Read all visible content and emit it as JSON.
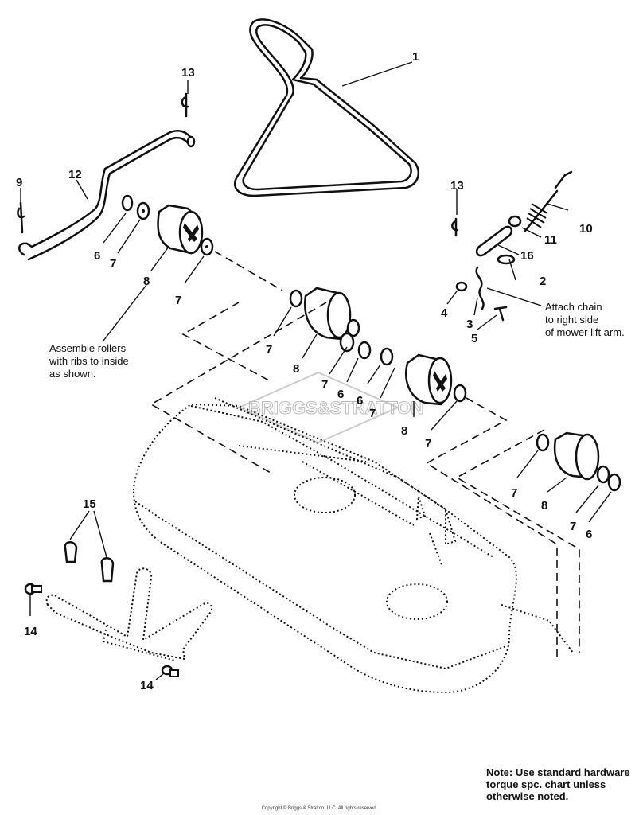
{
  "callouts": {
    "c1": "1",
    "c2": "2",
    "c3": "3",
    "c4": "4",
    "c5": "5",
    "c6": "6",
    "c7": "7",
    "c8": "8",
    "c9": "9",
    "c10": "10",
    "c11": "11",
    "c12": "12",
    "c13": "13",
    "c14": "14",
    "c15": "15",
    "c16": "16"
  },
  "notes": {
    "rollers": [
      "Assemble rollers",
      "with ribs to inside",
      "as shown."
    ],
    "chain": [
      "Attach chain",
      "to right side",
      "of mower lift arm."
    ],
    "hardware": [
      "Note: Use standard hardware",
      "torque spc. chart unless",
      "otherwise noted."
    ]
  },
  "watermark": "BRIGGS&STRATTON",
  "copyright": "Copyright © Briggs & Stratton, LLC. All rights reserved."
}
